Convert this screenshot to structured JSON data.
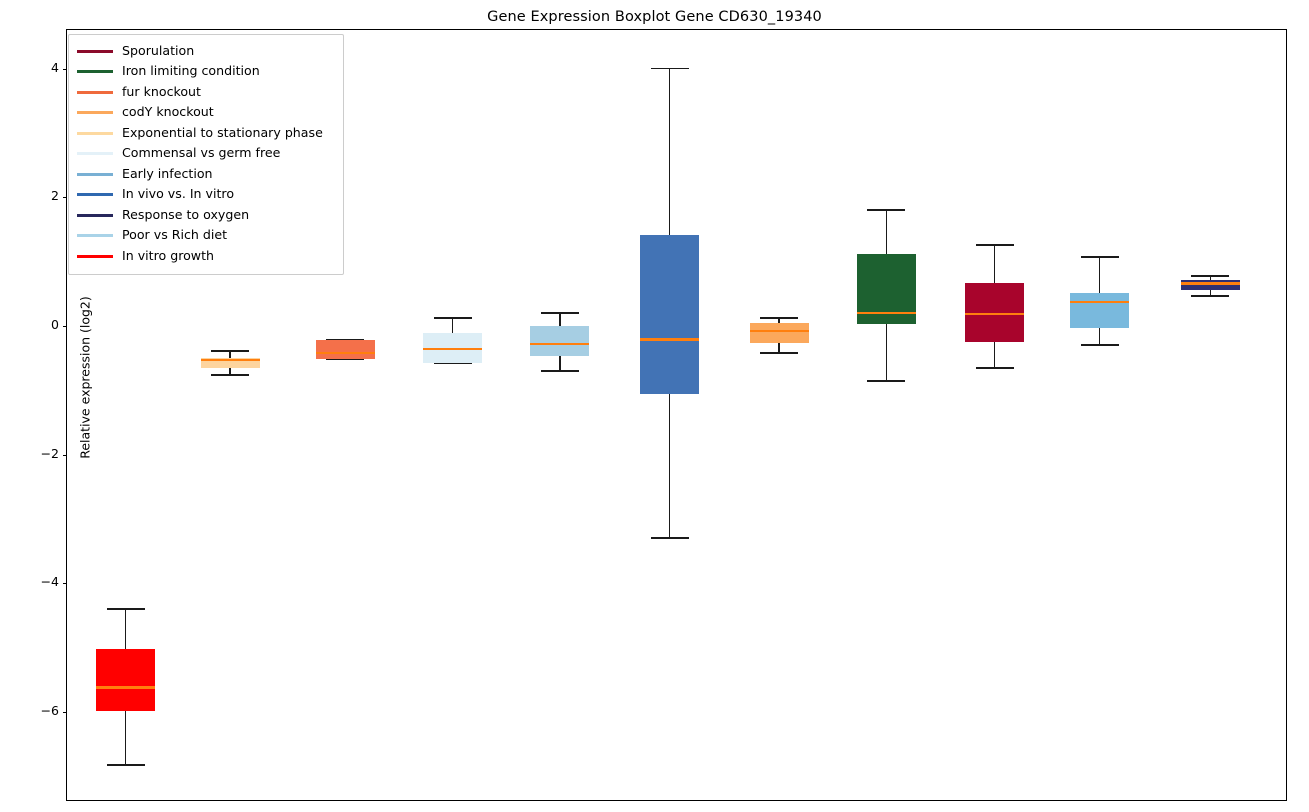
{
  "chart_data": {
    "type": "box",
    "title": "Gene Expression Boxplot Gene CD630_19340",
    "xlabel": "",
    "ylabel": "Relative expression (log2)",
    "ylim": [
      -7.4,
      4.6
    ],
    "yticks": [
      4,
      2,
      0,
      -2,
      -4,
      -6
    ],
    "ytick_labels": [
      "4",
      "2",
      "0",
      "−2",
      "−4",
      "−6"
    ],
    "grid": false,
    "legend_position": "upper left",
    "median_color": "#ff7f0e",
    "whisker_color": "#1a1a1a",
    "boxes": [
      {
        "label": "In vitro growth",
        "color": "#ff0000",
        "center": 0.915,
        "whisker_high": -4.4,
        "q3": -5.02,
        "median": -5.62,
        "q1": -5.99,
        "whisker_low": -6.83
      },
      {
        "label": "Exponential to stationary phase",
        "color": "#fdd49e",
        "center": 1.83,
        "whisker_high": -0.39,
        "q3": -0.5,
        "median": -0.53,
        "q1": -0.65,
        "whisker_low": -0.76
      },
      {
        "label": "fur knockout",
        "color": "#f4704a",
        "center": 2.84,
        "whisker_high": -0.22,
        "q3": -0.22,
        "median": -0.42,
        "q1": -0.51,
        "whisker_low": -0.51
      },
      {
        "label": "Commensal vs germ free",
        "color": "#ddeef6",
        "center": 3.78,
        "whisker_high": 0.12,
        "q3": -0.11,
        "median": -0.36,
        "q1": -0.58,
        "whisker_low": -0.58
      },
      {
        "label": "Early infection",
        "color": "#a6cee3",
        "center": 4.72,
        "whisker_high": 0.2,
        "q3": 0.0,
        "median": -0.28,
        "q1": -0.47,
        "whisker_low": -0.7
      },
      {
        "label": "In vivo vs. In vitro",
        "color": "#4273b5",
        "center": 5.68,
        "whisker_high": 4.0,
        "q3": 1.41,
        "median": -0.21,
        "q1": -1.06,
        "whisker_low": -3.3
      },
      {
        "label": "codY knockout",
        "color": "#fba85c",
        "center": 6.64,
        "whisker_high": 0.12,
        "q3": 0.05,
        "median": -0.08,
        "q1": -0.26,
        "whisker_low": -0.42
      },
      {
        "label": "Iron limiting condition",
        "color": "#1d6130",
        "center": 7.58,
        "whisker_high": 1.8,
        "q3": 1.12,
        "median": 0.2,
        "q1": 0.03,
        "whisker_low": -0.86
      },
      {
        "label": "Sporulation",
        "color": "#a8042c",
        "center": 8.53,
        "whisker_high": 1.26,
        "q3": 0.66,
        "median": 0.19,
        "q1": -0.25,
        "whisker_low": -0.65
      },
      {
        "label": "Poor vs Rich diet",
        "color": "#79b9dd",
        "center": 9.45,
        "whisker_high": 1.07,
        "q3": 0.51,
        "median": 0.37,
        "q1": -0.03,
        "whisker_low": -0.3
      },
      {
        "label": "Response to oxygen",
        "color": "#2f2f73",
        "center": 10.42,
        "whisker_high": 0.78,
        "q3": 0.72,
        "median": 0.66,
        "q1": 0.56,
        "whisker_low": 0.47
      }
    ],
    "legend_entries": [
      {
        "label": "Sporulation",
        "color": "#8b0a2a"
      },
      {
        "label": "Iron limiting condition",
        "color": "#1d6130"
      },
      {
        "label": "fur knockout",
        "color": "#ef6a3c"
      },
      {
        "label": "codY knockout",
        "color": "#fba85c"
      },
      {
        "label": "Exponential to stationary phase",
        "color": "#fdd9a0"
      },
      {
        "label": "Commensal vs germ free",
        "color": "#e4f1f8"
      },
      {
        "label": "Early infection",
        "color": "#79b0d4"
      },
      {
        "label": "In vivo vs. In vitro",
        "color": "#2f68b0"
      },
      {
        "label": "Response to oxygen",
        "color": "#27275c"
      },
      {
        "label": "Poor vs Rich diet",
        "color": "#a9d3e8"
      },
      {
        "label": "In vitro growth",
        "color": "#ff0000"
      }
    ]
  }
}
